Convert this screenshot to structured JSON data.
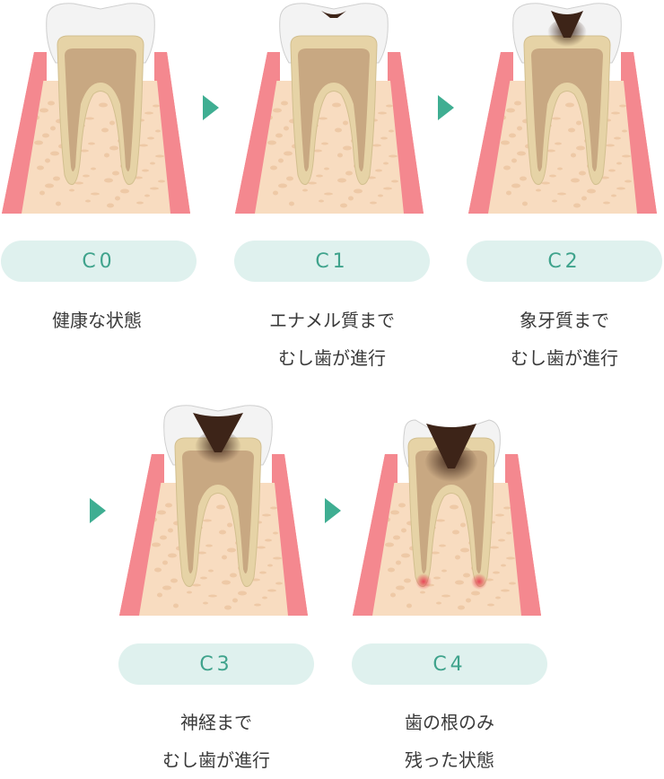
{
  "colors": {
    "accent": "#3fae92",
    "pill_bg": "#dff1ee",
    "pill_text": "#3fa38c",
    "gum": "#f4888f",
    "bone": "#f8dcc0",
    "enamel": "#f3f3f3",
    "dentin": "#e6d3a6",
    "pulp": "#c8a882",
    "decay": "#3d2418"
  },
  "stages": [
    {
      "label": "C0",
      "caption": [
        "健康な状態"
      ],
      "decay_level": 0
    },
    {
      "label": "C1",
      "caption": [
        "エナメル質まで",
        "むし歯が進行"
      ],
      "decay_level": 1
    },
    {
      "label": "C2",
      "caption": [
        "象牙質まで",
        "むし歯が進行"
      ],
      "decay_level": 2
    },
    {
      "label": "C3",
      "caption": [
        "神経まで",
        "むし歯が進行"
      ],
      "decay_level": 3
    },
    {
      "label": "C4",
      "caption": [
        "歯の根のみ",
        "残った状態"
      ],
      "decay_level": 4
    }
  ]
}
